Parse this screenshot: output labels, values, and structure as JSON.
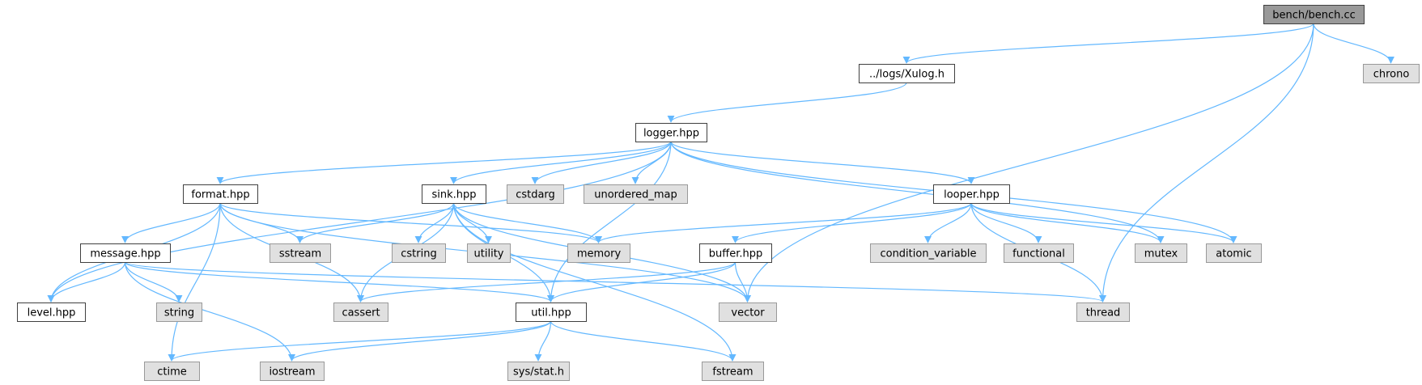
{
  "graph": {
    "colors": {
      "root_fill": "#999999",
      "file_fill": "#ffffff",
      "system_fill": "#e0e0e0",
      "border_dark": "#404040",
      "border_light": "#999999",
      "edge": "#63b8ff"
    },
    "nodes": [
      {
        "id": "bench",
        "label": "bench/bench.cc",
        "kind": "root"
      },
      {
        "id": "xulog",
        "label": "../logs/Xulog.h",
        "kind": "file"
      },
      {
        "id": "chrono",
        "label": "chrono",
        "kind": "system"
      },
      {
        "id": "logger",
        "label": "logger.hpp",
        "kind": "file"
      },
      {
        "id": "format",
        "label": "format.hpp",
        "kind": "file"
      },
      {
        "id": "sink",
        "label": "sink.hpp",
        "kind": "file"
      },
      {
        "id": "cstdarg",
        "label": "cstdarg",
        "kind": "system"
      },
      {
        "id": "unordered_map",
        "label": "unordered_map",
        "kind": "system"
      },
      {
        "id": "looper",
        "label": "looper.hpp",
        "kind": "file"
      },
      {
        "id": "message",
        "label": "message.hpp",
        "kind": "file"
      },
      {
        "id": "sstream",
        "label": "sstream",
        "kind": "system"
      },
      {
        "id": "cstring",
        "label": "cstring",
        "kind": "system"
      },
      {
        "id": "utility",
        "label": "utility",
        "kind": "system"
      },
      {
        "id": "memory",
        "label": "memory",
        "kind": "system"
      },
      {
        "id": "buffer",
        "label": "buffer.hpp",
        "kind": "file"
      },
      {
        "id": "condvar",
        "label": "condition_variable",
        "kind": "system"
      },
      {
        "id": "functional",
        "label": "functional",
        "kind": "system"
      },
      {
        "id": "mutex",
        "label": "mutex",
        "kind": "system"
      },
      {
        "id": "atomic",
        "label": "atomic",
        "kind": "system"
      },
      {
        "id": "level",
        "label": "level.hpp",
        "kind": "file"
      },
      {
        "id": "string",
        "label": "string",
        "kind": "system"
      },
      {
        "id": "cassert",
        "label": "cassert",
        "kind": "system"
      },
      {
        "id": "util",
        "label": "util.hpp",
        "kind": "file"
      },
      {
        "id": "vector",
        "label": "vector",
        "kind": "system"
      },
      {
        "id": "thread",
        "label": "thread",
        "kind": "system"
      },
      {
        "id": "ctime",
        "label": "ctime",
        "kind": "system"
      },
      {
        "id": "iostream",
        "label": "iostream",
        "kind": "system"
      },
      {
        "id": "sysstat",
        "label": "sys/stat.h",
        "kind": "system"
      },
      {
        "id": "fstream",
        "label": "fstream",
        "kind": "system"
      }
    ],
    "edges": [
      [
        "bench",
        "xulog"
      ],
      [
        "bench",
        "chrono"
      ],
      [
        "bench",
        "vector"
      ],
      [
        "bench",
        "thread"
      ],
      [
        "xulog",
        "logger"
      ],
      [
        "logger",
        "format"
      ],
      [
        "logger",
        "sink"
      ],
      [
        "logger",
        "cstdarg"
      ],
      [
        "logger",
        "unordered_map"
      ],
      [
        "logger",
        "looper"
      ],
      [
        "logger",
        "level"
      ],
      [
        "logger",
        "util"
      ],
      [
        "logger",
        "mutex"
      ],
      [
        "logger",
        "atomic"
      ],
      [
        "format",
        "message"
      ],
      [
        "format",
        "level"
      ],
      [
        "format",
        "sstream"
      ],
      [
        "format",
        "memory"
      ],
      [
        "format",
        "cassert"
      ],
      [
        "format",
        "vector"
      ],
      [
        "format",
        "ctime"
      ],
      [
        "message",
        "level"
      ],
      [
        "message",
        "string"
      ],
      [
        "message",
        "util"
      ],
      [
        "message",
        "iostream"
      ],
      [
        "message",
        "thread"
      ],
      [
        "sink",
        "sstream"
      ],
      [
        "sink",
        "cstring"
      ],
      [
        "sink",
        "utility"
      ],
      [
        "sink",
        "memory"
      ],
      [
        "sink",
        "cassert"
      ],
      [
        "sink",
        "util"
      ],
      [
        "sink",
        "vector"
      ],
      [
        "sink",
        "fstream"
      ],
      [
        "looper",
        "memory"
      ],
      [
        "looper",
        "buffer"
      ],
      [
        "looper",
        "condvar"
      ],
      [
        "looper",
        "functional"
      ],
      [
        "looper",
        "mutex"
      ],
      [
        "looper",
        "atomic"
      ],
      [
        "looper",
        "thread"
      ],
      [
        "buffer",
        "cassert"
      ],
      [
        "buffer",
        "util"
      ],
      [
        "buffer",
        "vector"
      ],
      [
        "util",
        "ctime"
      ],
      [
        "util",
        "iostream"
      ],
      [
        "util",
        "sysstat"
      ],
      [
        "util",
        "fstream"
      ]
    ]
  }
}
